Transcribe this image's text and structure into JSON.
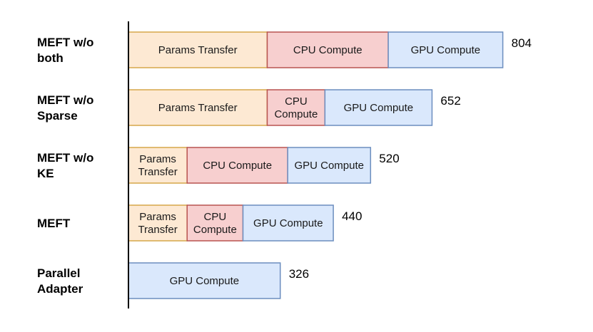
{
  "chart_data": {
    "type": "bar",
    "orientation": "horizontal",
    "stacked": true,
    "title": "",
    "xlabel": "",
    "ylabel": "",
    "categories": [
      "MEFT w/o both",
      "MEFT w/o Sparse",
      "MEFT w/o KE",
      "MEFT",
      "Parallel Adapter"
    ],
    "category_lines": [
      [
        "MEFT w/o",
        "both"
      ],
      [
        "MEFT w/o",
        "Sparse"
      ],
      [
        "MEFT w/o",
        "KE"
      ],
      [
        "MEFT"
      ],
      [
        "Parallel",
        "Adapter"
      ]
    ],
    "series": [
      {
        "name": "Params Transfer",
        "fill": "#fde9d3",
        "stroke": "#d6a74a",
        "labels": [
          [
            "Params Transfer"
          ],
          [
            "Params Transfer"
          ],
          [
            "Params",
            "Transfer"
          ],
          [
            "Params",
            "Transfer"
          ],
          null
        ],
        "values": [
          298,
          298,
          126,
          126,
          0
        ]
      },
      {
        "name": "CPU Compute",
        "fill": "#f7cfcf",
        "stroke": "#b85450",
        "labels": [
          [
            "CPU Compute"
          ],
          [
            "CPU",
            "Compute"
          ],
          [
            "CPU Compute"
          ],
          [
            "CPU",
            "Compute"
          ],
          null
        ],
        "values": [
          260,
          124,
          216,
          120,
          0
        ]
      },
      {
        "name": "GPU Compute",
        "fill": "#dae8fc",
        "stroke": "#6c8ebf",
        "labels": [
          [
            "GPU Compute"
          ],
          [
            "GPU Compute"
          ],
          [
            "GPU Compute"
          ],
          [
            "GPU Compute"
          ],
          [
            "GPU Compute"
          ]
        ],
        "values": [
          246,
          230,
          178,
          194,
          326
        ]
      }
    ],
    "totals": [
      "804",
      "652",
      "520",
      "440",
      "326"
    ],
    "grid": false,
    "legend": "none"
  }
}
